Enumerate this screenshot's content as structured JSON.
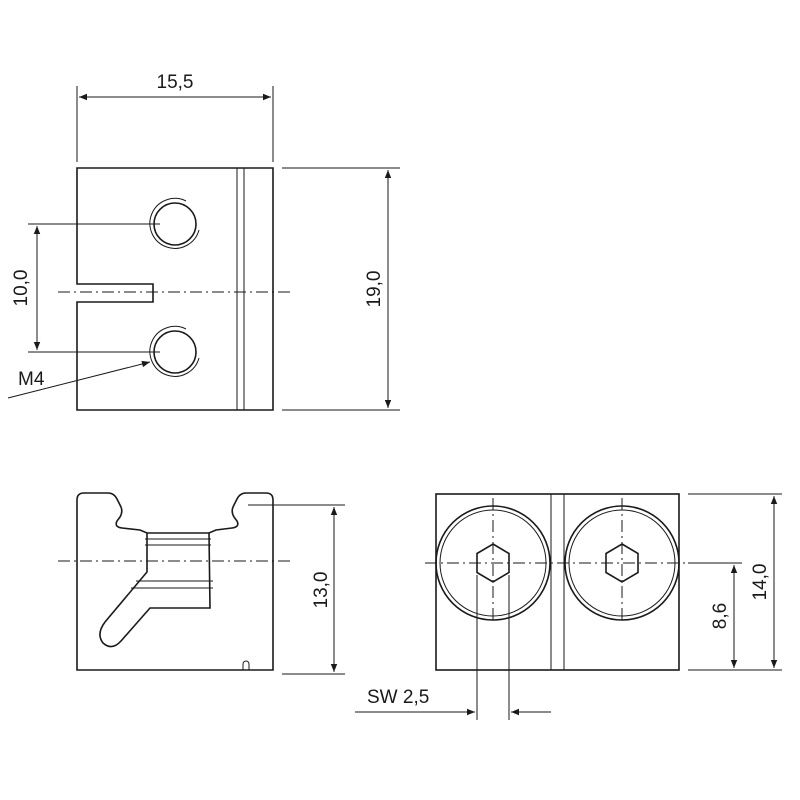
{
  "drawing": {
    "views": [
      "front-view",
      "side-view",
      "top-view"
    ],
    "dimensions": {
      "width_top": "15,5",
      "height_top": "19,0",
      "hole_spacing": "10,0",
      "thread": "M4",
      "height_side": "13,0",
      "height_right": "14,0",
      "center_height": "8,6",
      "wrench_size": "SW 2,5"
    },
    "colors": {
      "line": "#1a1a1a",
      "background": "#ffffff"
    }
  }
}
